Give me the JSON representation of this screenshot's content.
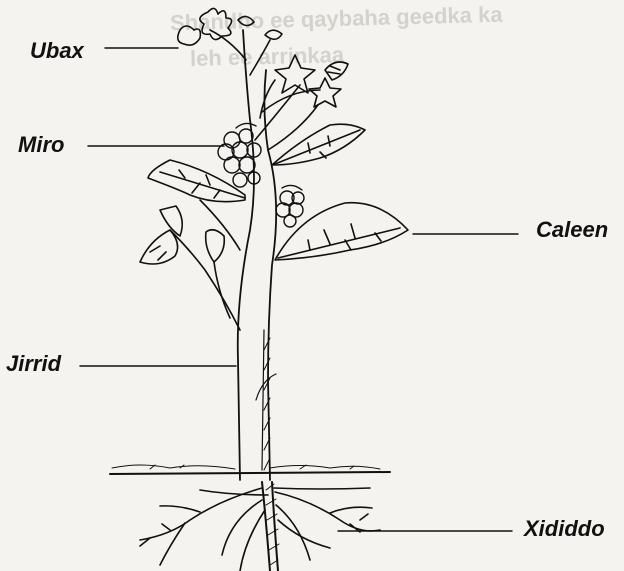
{
  "diagram": {
    "labels": {
      "flower": "Ubax",
      "fruit": "Miro",
      "leaf": "Caleen",
      "stem": "Jirrid",
      "root": "Xididdo"
    },
    "bleed_through": {
      "line1": "Shandho ee qaybaha geedka ka",
      "line2": "leh ee arrinkaa"
    }
  },
  "colors": {
    "ink": "#111111",
    "paper": "#f4f3ef"
  }
}
